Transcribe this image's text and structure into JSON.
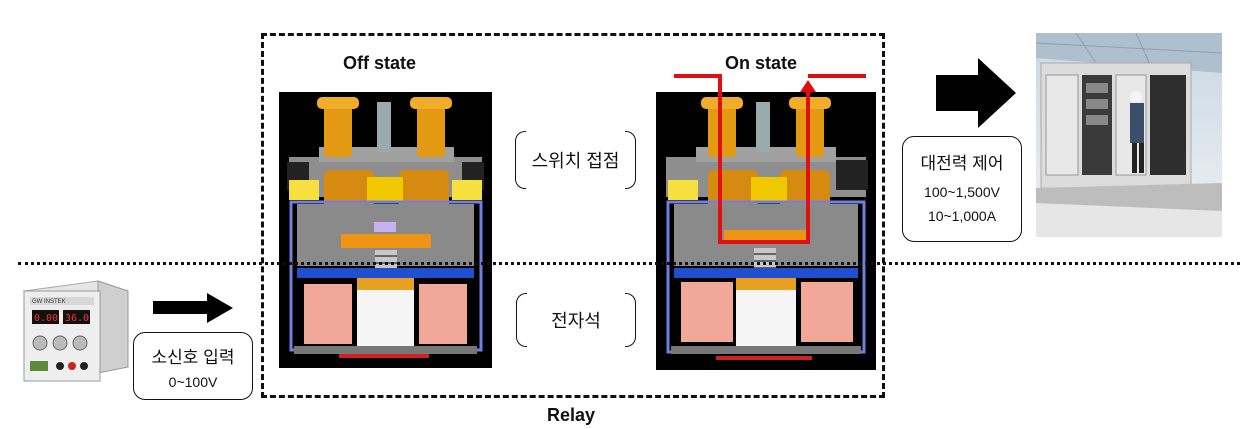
{
  "relay": {
    "label": "Relay"
  },
  "off_state": {
    "title": "Off state"
  },
  "on_state": {
    "title": "On state"
  },
  "labels": {
    "switch_contact": "스위치 접점",
    "electromagnet": "전자석"
  },
  "input_box": {
    "title": "소신호 입력",
    "range": "0~100V"
  },
  "output_box": {
    "title": "대전력 제어",
    "voltage": "100~1,500V",
    "current": "10~1,000A"
  },
  "power_supply": {
    "display_left": "0.00",
    "display_right": "36.0",
    "brand": "GW INSTEK"
  },
  "colors": {
    "current_path": "#e01010",
    "copper": "#e89a10",
    "housing": "#9a9a9a",
    "coil": "#f2a898",
    "panel_bg": "#000000"
  }
}
